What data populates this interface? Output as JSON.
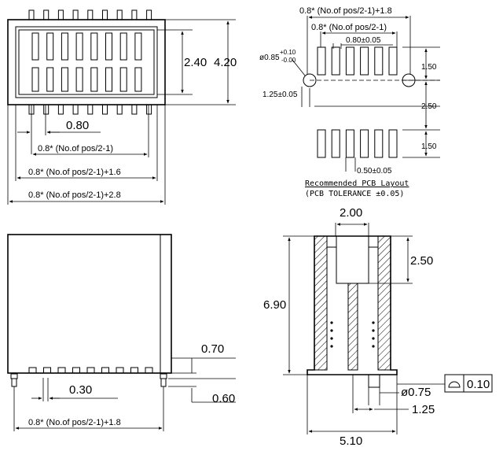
{
  "top_view": {
    "height_total": "4.20",
    "height_inner": "2.40",
    "pitch": "0.80",
    "span_inner": "0.8* (No.of pos/2-1)",
    "span_mid": "0.8* (No.of pos/2-1)+1.6",
    "span_total": "0.8* (No.of pos/2-1)+2.8"
  },
  "pcb_layout": {
    "top_span": "0.8* (No.of pos/2-1)+1.8",
    "inner_span": "0.8* (No.of pos/2-1)",
    "pad_width": "0.80±0.05",
    "hole_dia_base": "ø0.85",
    "hole_tol_plus": "+0.10",
    "hole_tol_minus": "-0.00",
    "hole_offset": "1.25±0.05",
    "row_upper": "1.50",
    "row_gap": "2.50",
    "row_lower": "1.50",
    "pad_gap": "0.50±0.05",
    "title": "Recommended PCB Layout",
    "tolerance": "(PCB TOLERANCE ±0.05)"
  },
  "front_view": {
    "standoff": "0.70",
    "lead_width": "0.30",
    "lead_length": "0.60",
    "span": "0.8* (No.of pos/2-1)+1.8"
  },
  "side_view": {
    "top_width": "2.00",
    "total_height": "6.90",
    "socket_depth": "2.50",
    "post_dia": "ø0.75",
    "post_offset": "1.25",
    "base_width": "5.10",
    "profile_tol": "0.10"
  }
}
